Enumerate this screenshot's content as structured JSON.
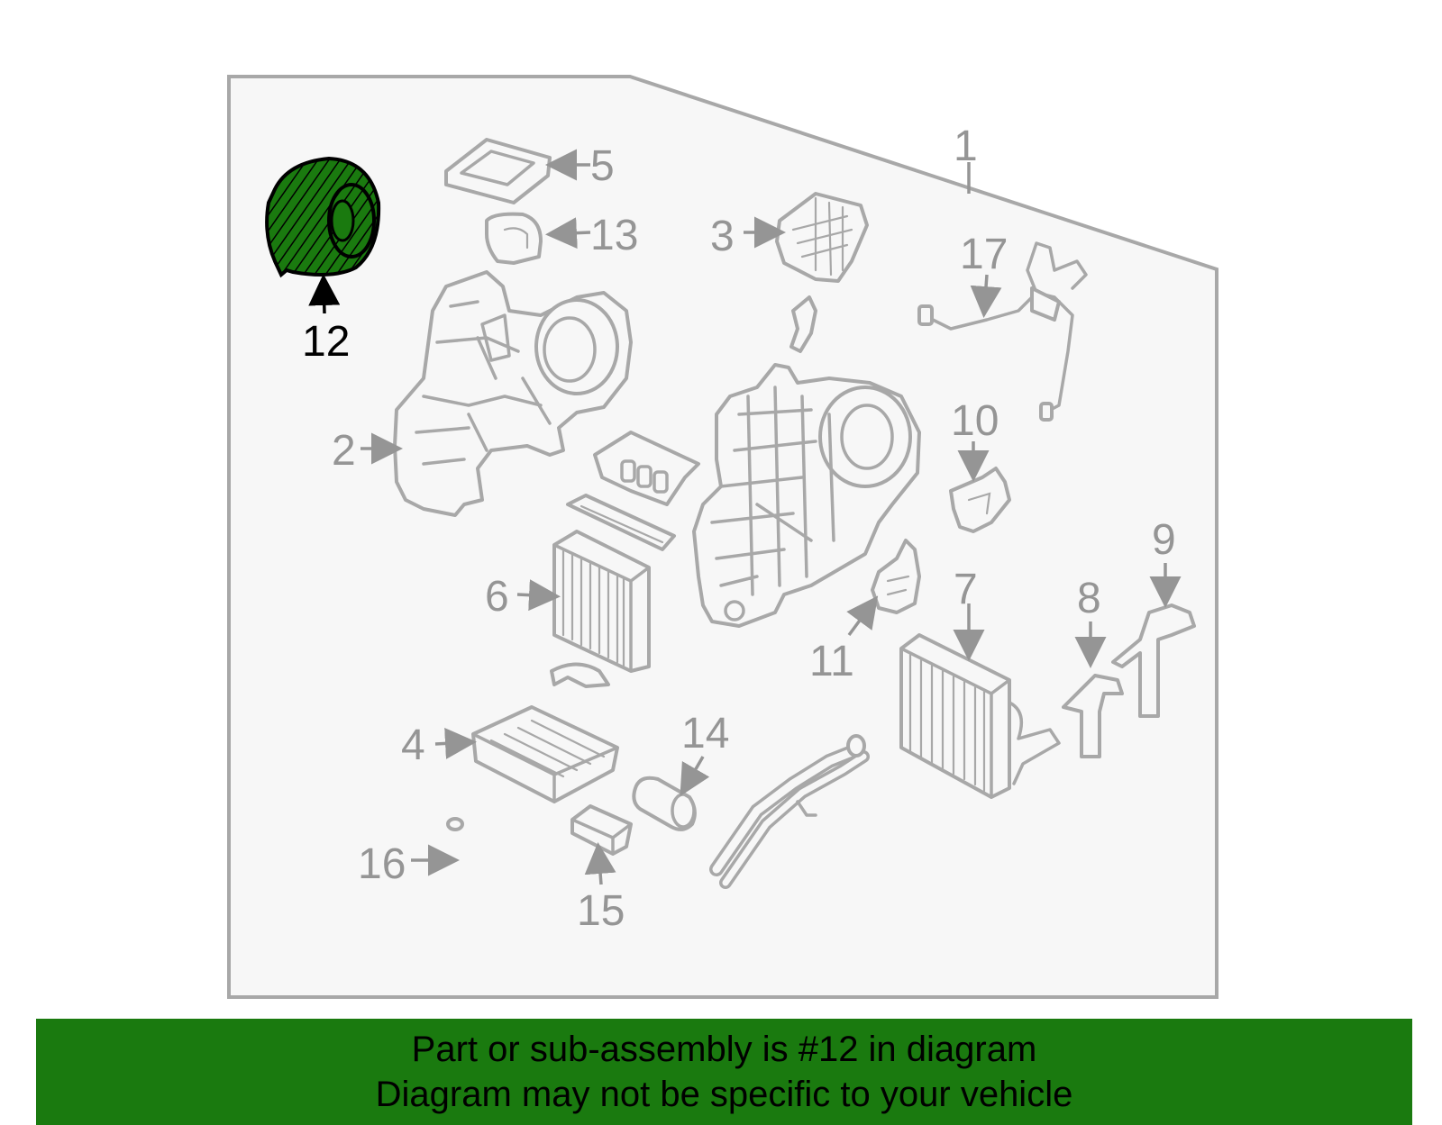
{
  "diagram": {
    "highlight_color": "#1a7a0f",
    "highlighted_part": "12",
    "callouts": [
      "1",
      "2",
      "3",
      "4",
      "5",
      "6",
      "7",
      "8",
      "9",
      "10",
      "11",
      "12",
      "13",
      "14",
      "15",
      "16",
      "17"
    ]
  },
  "banner": {
    "line1": "Part or sub-assembly is #12 in diagram",
    "line2": "Diagram may not be specific to your vehicle"
  }
}
